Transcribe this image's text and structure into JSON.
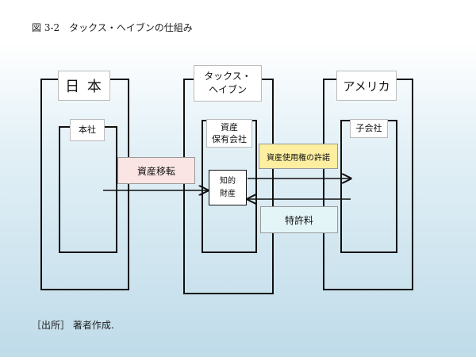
{
  "figure": {
    "title": "図 3-2　タックス・ヘイブンの仕組み",
    "source": "［出所］ 著者作成."
  },
  "entities": {
    "japan": {
      "name": "日 本",
      "inner": "本社"
    },
    "haven": {
      "name_line1": "タックス・",
      "name_line2": "ヘイブン",
      "inner_line1": "資産",
      "inner_line2": "保有会社"
    },
    "usa": {
      "name": "アメリカ",
      "inner": "子会社"
    }
  },
  "asset": {
    "line1": "知的",
    "line2": "財産"
  },
  "flows": {
    "transfer": "資産移転",
    "license": "資産使用権の許諾",
    "royalty": "特許料"
  },
  "colors": {
    "line": "#111111",
    "transfer_fill": "#fbe4e4",
    "license_fill": "#fdeea0",
    "royalty_fill": "#e4f5f8"
  }
}
